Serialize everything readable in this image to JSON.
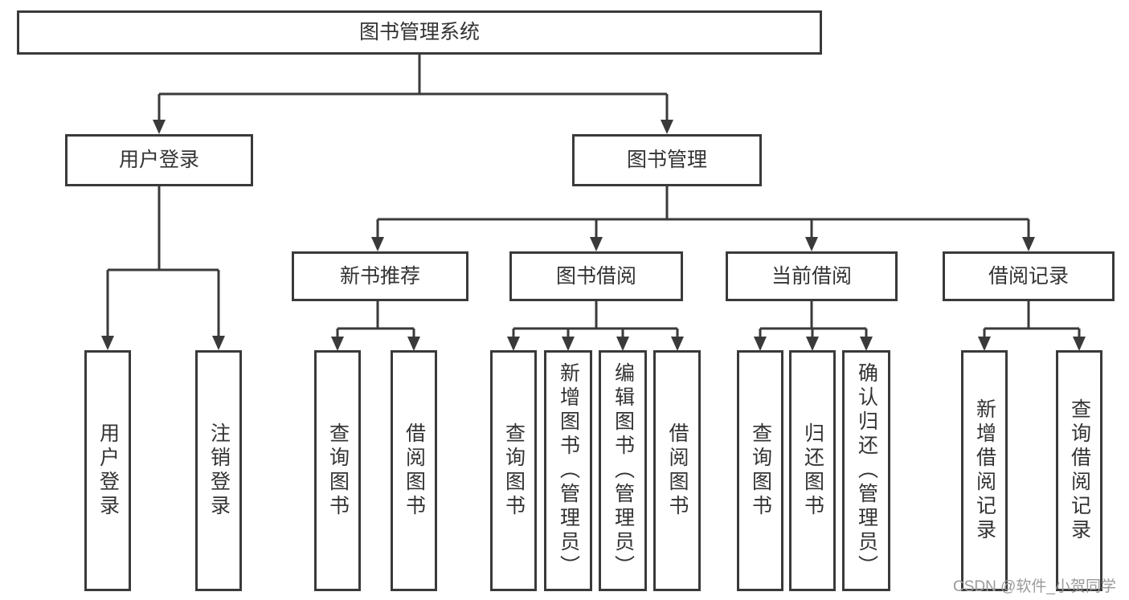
{
  "diagram": {
    "root": "图书管理系统",
    "level1": {
      "user_login": "用户登录",
      "book_mgmt": "图书管理"
    },
    "level2": {
      "new_book": "新书推荐",
      "book_borrow": "图书借阅",
      "current_borrow": "当前借阅",
      "borrow_record": "借阅记录"
    },
    "leaves": {
      "user_login": [
        "用户登录",
        "注销登录"
      ],
      "new_book": [
        "查询图书",
        "借阅图书"
      ],
      "book_borrow": [
        "查询图书",
        "新增图书（管理员）",
        "编辑图书（管理员）",
        "借阅图书"
      ],
      "current_borrow": [
        "查询图书",
        "归还图书",
        "确认归还（管理员）"
      ],
      "borrow_record": [
        "新增借阅记录",
        "查询借阅记录"
      ]
    }
  },
  "watermark": {
    "text": "CSDN @软件_小贺同学"
  },
  "colors": {
    "line": "#3a3a3a",
    "text": "#333333",
    "watermark": "#9a9a9a",
    "background": "#ffffff"
  }
}
